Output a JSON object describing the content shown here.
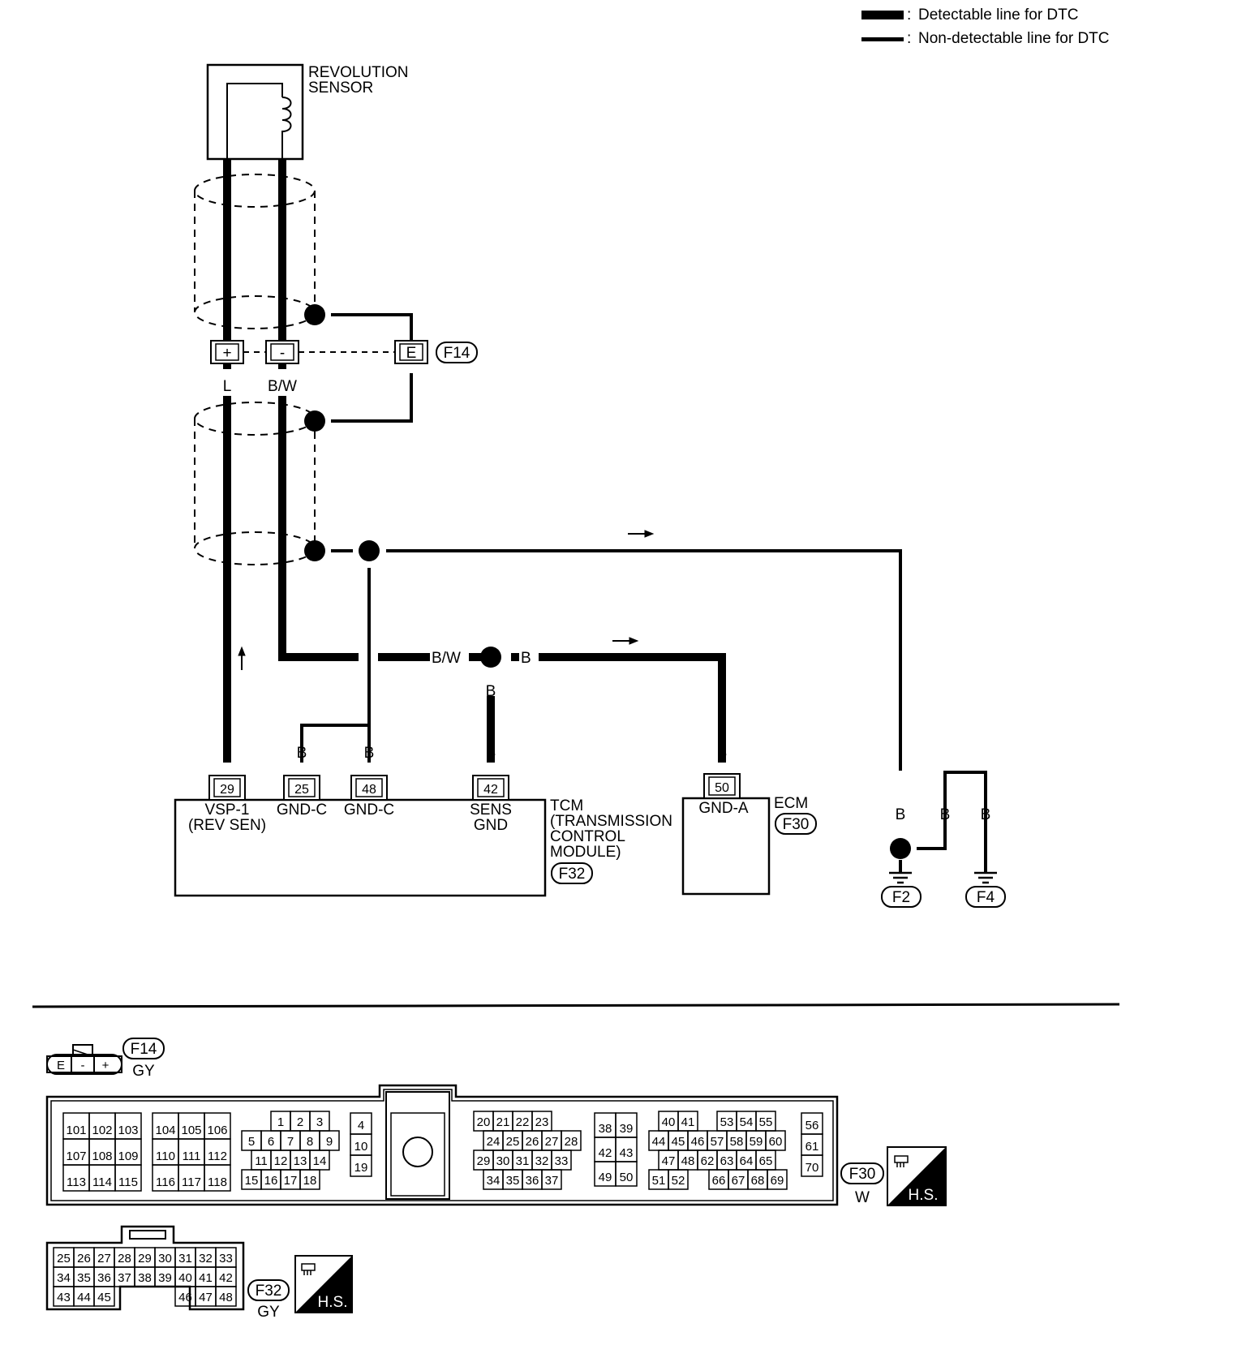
{
  "legend": {
    "detectable": "Detectable line for DTC",
    "non_detectable": "Non-detectable line for DTC",
    "separator": ":"
  },
  "sensor": {
    "line1": "REVOLUTION",
    "line2": "SENSOR"
  },
  "shield_connector": {
    "id": "F14",
    "terminals": [
      "+",
      "-",
      "E"
    ],
    "wire_plus": "L",
    "wire_minus": "B/W"
  },
  "wires": {
    "bw": "B/W",
    "b": "B",
    "l": "L"
  },
  "tcm": {
    "title": "TCM",
    "line2": "(TRANSMISSION",
    "line3": "CONTROL",
    "line4": "MODULE)",
    "connector": "F32",
    "pins": [
      {
        "num": "29",
        "wire": "L",
        "name1": "VSP-1",
        "name2": "(REV SEN)"
      },
      {
        "num": "25",
        "wire": "B",
        "name1": "GND-C",
        "name2": ""
      },
      {
        "num": "48",
        "wire": "B",
        "name1": "GND-C",
        "name2": ""
      },
      {
        "num": "42",
        "wire": "B",
        "name1": "SENS",
        "name2": "GND"
      }
    ]
  },
  "ecm": {
    "title": "ECM",
    "connector": "F30",
    "pin": {
      "num": "50",
      "wire": "B",
      "name": "GND-A"
    }
  },
  "grounds": {
    "g1": "F2",
    "g2": "F4",
    "wire": "B"
  },
  "connector_views": {
    "f14": {
      "id": "F14",
      "color": "GY",
      "cells": [
        "E",
        "-",
        "+"
      ]
    },
    "f30": {
      "id": "F30",
      "color": "W",
      "hs": "H.S.",
      "grid_a": [
        [
          "101",
          "102",
          "103"
        ],
        [
          "107",
          "108",
          "109"
        ],
        [
          "113",
          "114",
          "115"
        ]
      ],
      "grid_b": [
        [
          "104",
          "105",
          "106"
        ],
        [
          "110",
          "111",
          "112"
        ],
        [
          "116",
          "117",
          "118"
        ]
      ],
      "grid_c": [
        [
          "1",
          "2",
          "3"
        ],
        [
          "5",
          "6",
          "7",
          "8",
          "9"
        ],
        [
          "11",
          "12",
          "13",
          "14"
        ],
        [
          "15",
          "16",
          "17",
          "18"
        ]
      ],
      "grid_d": [
        "4",
        "10",
        "19"
      ],
      "grid_e": [
        [
          "20",
          "21",
          "22",
          "23"
        ],
        [
          "24",
          "25",
          "26",
          "27",
          "28"
        ],
        [
          "29",
          "30",
          "31",
          "32",
          "33"
        ],
        [
          "34",
          "35",
          "36",
          "37"
        ]
      ],
      "grid_f": [
        [
          "38",
          "39"
        ],
        [
          "42",
          "43"
        ],
        [
          "49",
          "50"
        ]
      ],
      "grid_g": [
        [
          "40",
          "41"
        ],
        [
          "44",
          "45",
          "46",
          "57",
          "58",
          "59",
          "60"
        ],
        [
          "47",
          "48",
          "62",
          "63",
          "64",
          "65"
        ],
        [
          "51",
          "52"
        ],
        [
          "53",
          "54",
          "55"
        ],
        [
          "66",
          "67",
          "68",
          "69"
        ]
      ],
      "grid_h": [
        "56",
        "61",
        "70"
      ]
    },
    "f32": {
      "id": "F32",
      "color": "GY",
      "hs": "H.S.",
      "row1": [
        "25",
        "26",
        "27",
        "28",
        "29",
        "30",
        "31",
        "32",
        "33"
      ],
      "row2": [
        "34",
        "35",
        "36",
        "37",
        "38",
        "39",
        "40",
        "41",
        "42"
      ],
      "row3a": [
        "43",
        "44",
        "45"
      ],
      "row3b": [
        "46",
        "47",
        "48"
      ]
    }
  }
}
